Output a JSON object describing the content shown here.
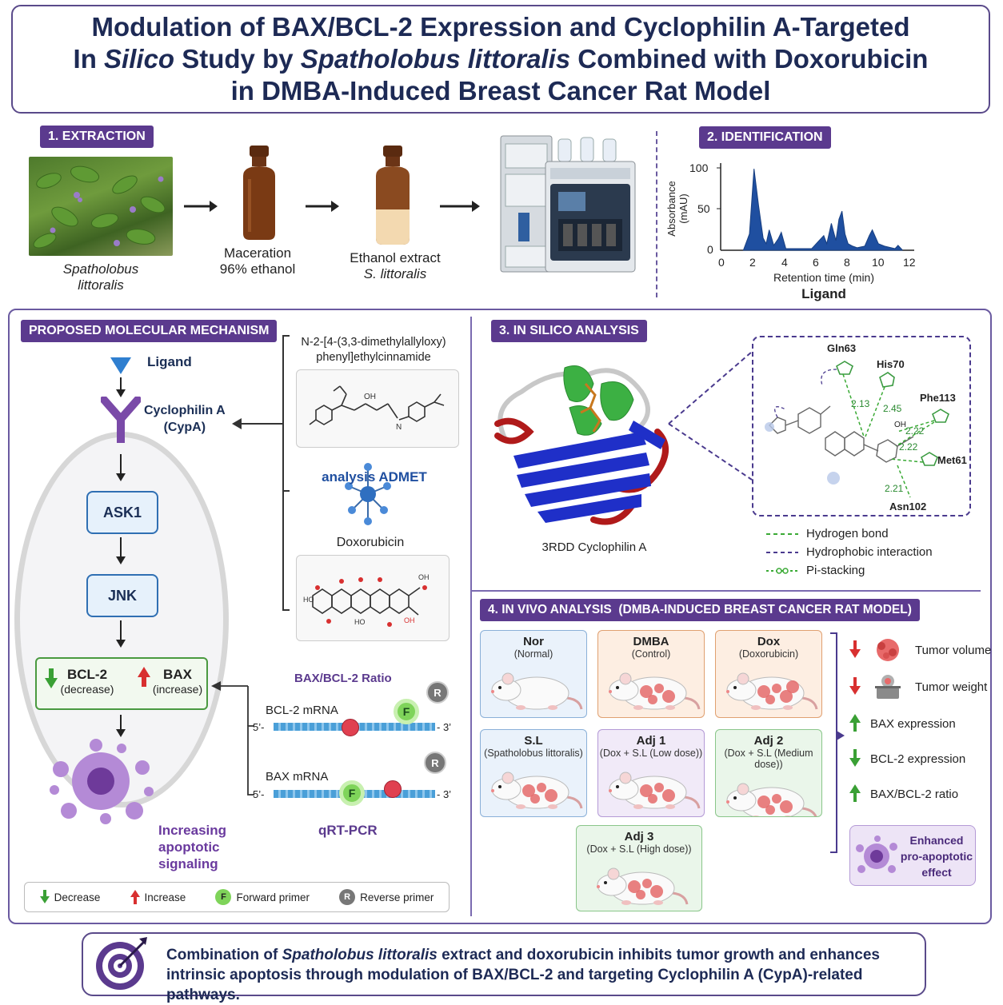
{
  "title": {
    "line1": "Modulation of BAX/BCL-2 Expression and Cyclophilin A-Targeted",
    "line2_a": "In ",
    "line2_b": "Silico",
    "line2_c": " Study by ",
    "line2_d": "Spatholobus littoralis",
    "line2_e": " Combined with Doxorubicin",
    "line3": "in DMBA-Induced Breast Cancer Rat Model"
  },
  "extraction": {
    "tag": "1. EXTRACTION",
    "plant_caption_1": "Spatholobus",
    "plant_caption_2": "littoralis",
    "maceration_1": "Maceration",
    "maceration_2": "96% ethanol",
    "extract_1": "Ethanol extract",
    "extract_2": "S. littoralis"
  },
  "identification": {
    "tag": "2. IDENTIFICATION",
    "ylabel": "Absorbance",
    "yunit": "(mAU)",
    "xlabel": "Retention time (min)",
    "caption": "Ligand",
    "y_ticks": [
      "100",
      "50",
      "0"
    ],
    "x_ticks": [
      "0",
      "2",
      "4",
      "6",
      "8",
      "10",
      "12"
    ]
  },
  "chart_data": {
    "type": "area",
    "title": "",
    "xlabel": "Retention time (min)",
    "ylabel": "Absorbance (mAU)",
    "xlim": [
      0,
      12.5
    ],
    "ylim": [
      0,
      105
    ],
    "x": [
      1.5,
      1.9,
      2.2,
      2.5,
      2.8,
      3.0,
      3.2,
      3.5,
      3.8,
      4.0,
      4.3,
      6.0,
      6.4,
      6.8,
      7.0,
      7.3,
      7.6,
      7.8,
      8.0,
      8.2,
      8.4,
      8.7,
      9.0,
      9.5,
      9.8,
      10.0,
      10.4,
      10.8,
      11.5,
      11.7,
      12.0
    ],
    "y": [
      0,
      20,
      100,
      55,
      15,
      8,
      25,
      6,
      14,
      22,
      2,
      2,
      10,
      18,
      8,
      33,
      12,
      38,
      48,
      20,
      8,
      5,
      3,
      5,
      18,
      25,
      8,
      5,
      2,
      6,
      0
    ]
  },
  "mechanism": {
    "tag": "PROPOSED MOLECULAR MECHANISM",
    "ligand": "Ligand",
    "cypa_1": "Cyclophilin A",
    "cypa_2": "(CypA)",
    "ask1": "ASK1",
    "jnk": "JNK",
    "bcl2": "BCL-2",
    "bcl2_sub": "(decrease)",
    "bax": "BAX",
    "bax_sub": "(increase)",
    "apoptosis_1": "Increasing",
    "apoptosis_2": "apoptotic",
    "apoptosis_3": "signaling",
    "compound_1": "N-2-[4-(3,3-dimethylallyloxy)",
    "compound_2": "phenyl]ethylcinnamide",
    "admet": "analysis ADMET",
    "doxorubicin": "Doxorubicin",
    "ratio_title": "BAX/BCL-2 Ratio",
    "bcl2_mrna": "BCL-2 mRNA",
    "bax_mrna": "BAX mRNA",
    "five_prime": "5’-",
    "three_prime": "- 3’",
    "f": "F",
    "r": "R",
    "qrtpcr": "qRT-PCR",
    "legend": {
      "decrease": "Decrease",
      "increase": "Increase",
      "forward": "Forward primer",
      "reverse": "Reverse primer"
    }
  },
  "insilico": {
    "tag": "3. IN SILICO ANALYSIS",
    "protein_caption": "3RDD Cyclophilin A",
    "residues": [
      "Gln63",
      "His70",
      "Phe113",
      "Met61",
      "Asn102"
    ],
    "distances": [
      "2.13",
      "2.45",
      "2.22",
      "2.22",
      "2.21"
    ],
    "oh": "OH",
    "legend": {
      "hbond": "Hydrogen bond",
      "hydrophobic": "Hydrophobic interaction",
      "pistack": "Pi-stacking"
    },
    "colors": {
      "hbond": "#3aaa35",
      "hydrophobic": "#4a3a8e",
      "helix": "#3cb043",
      "sheet": "#1f2fc8",
      "coil": "#c02020"
    }
  },
  "invivo": {
    "tag": "4. IN VIVO ANALYSIS  (DMBA-INDUCED BREAST CANCER RAT MODEL)",
    "groups": [
      {
        "name": "Nor",
        "desc": "(Normal)"
      },
      {
        "name": "DMBA",
        "desc": "(Control)"
      },
      {
        "name": "Dox",
        "desc": "(Doxorubicin)"
      },
      {
        "name": "S.L",
        "desc": "(Spatholobus littoralis)"
      },
      {
        "name": "Adj 1",
        "desc": "(Dox + S.L (Low dose))"
      },
      {
        "name": "Adj 2",
        "desc": "(Dox + S.L (Medium dose))"
      },
      {
        "name": "Adj 3",
        "desc": "(Dox + S.L (High dose))"
      }
    ],
    "effects": {
      "tumor_volume": "Tumor volume",
      "tumor_weight": "Tumor weight",
      "bax_expr": "BAX expression",
      "bcl2_expr": "BCL-2 expression",
      "ratio": "BAX/BCL-2 ratio"
    },
    "enhanced_1": "Enhanced",
    "enhanced_2": "pro-apoptotic",
    "enhanced_3": "effect"
  },
  "conclusion": {
    "a": "Combination of ",
    "b": "Spatholobus littoralis",
    "c": " extract and doxorubicin inhibits tumor growth and enhances",
    "line2": "intrinsic apoptosis through modulation of BAX/BCL-2 and targeting Cyclophilin A (CypA)-related pathways."
  }
}
